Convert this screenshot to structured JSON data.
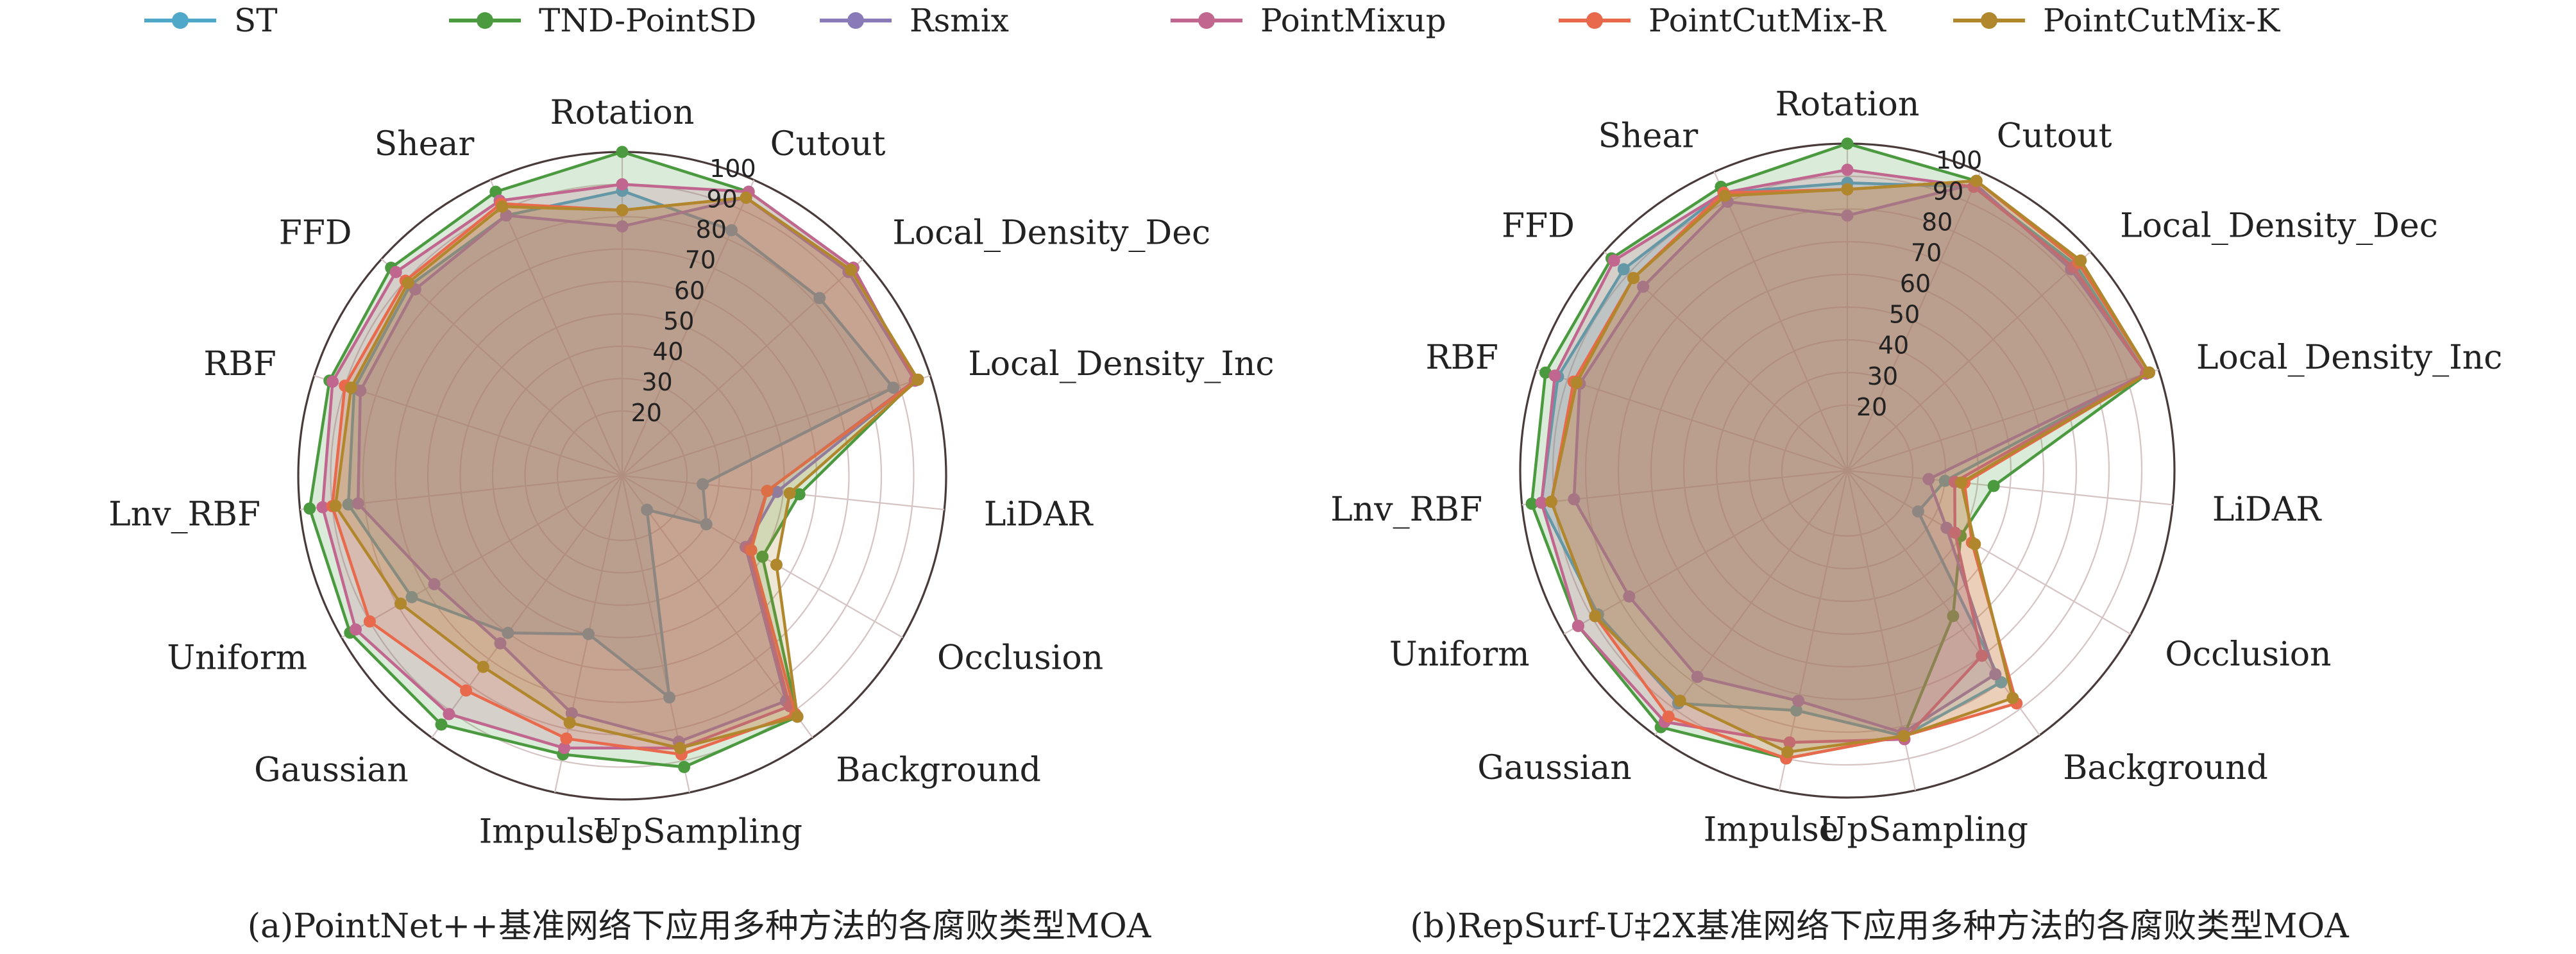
{
  "chart_data": {
    "legend": [
      "ST",
      "TND-PointSD",
      "Rsmix",
      "PointMixup",
      "PointCutMix-R",
      "PointCutMix-K"
    ],
    "colors": [
      "#4fa8c8",
      "#4b9a3f",
      "#8b7ab8",
      "#c0668f",
      "#e8694c",
      "#b0872c"
    ],
    "charts": [
      {
        "type": "radar",
        "caption": "(a)PointNet++基准网络下应用多种方法的各腐败类型MOA",
        "categories": [
          "Rotation",
          "Cutout",
          "Local_Density_Dec",
          "Local_Density_Inc",
          "LiDAR",
          "Occlusion",
          "Background",
          "UpSampling",
          "Impulse",
          "Gaussian",
          "Uniform",
          "Lnv_RBF",
          "RBF",
          "FFD",
          "Shear"
        ],
        "tick_labels": [
          "20",
          "30",
          "40",
          "50",
          "60",
          "70",
          "80",
          "90",
          "100"
        ],
        "rlim": [
          0,
          100
        ],
        "series": [
          {
            "name": "ST",
            "values": [
              88,
              83,
              82,
              88,
              25,
              30,
              13,
              70,
              50,
              60,
              75,
              85,
              87,
              88,
              88
            ]
          },
          {
            "name": "TND-PointSD",
            "values": [
              100,
              96,
              96,
              95,
              55,
              50,
              92,
              92,
              88,
              95,
              97,
              97,
              95,
              96,
              96
            ]
          },
          {
            "name": "Rsmix",
            "values": [
              77,
              94,
              94,
              95,
              48,
              44,
              86,
              84,
              75,
              64,
              67,
              82,
              85,
              86,
              88
            ]
          },
          {
            "name": "PointMixup",
            "values": [
              90,
              96,
              96,
              95,
              45,
              45,
              88,
              86,
              86,
              91,
              95,
              93,
              94,
              94,
              93
            ]
          },
          {
            "name": "PointCutMix-R",
            "values": [
              82,
              94,
              95,
              96,
              45,
              46,
              91,
              88,
              83,
              82,
              90,
              90,
              90,
              90,
              92
            ]
          },
          {
            "name": "PointCutMix-K",
            "values": [
              82,
              94,
              95,
              96,
              52,
              55,
              92,
              86,
              78,
              73,
              79,
              89,
              88,
              89,
              91
            ]
          }
        ]
      },
      {
        "type": "radar",
        "caption": "(b)RepSurf-U‡2X基准网络下应用多种方法的各腐败类型MOA",
        "categories": [
          "Rotation",
          "Cutout",
          "Local_Density_Dec",
          "Local_Density_Inc",
          "LiDAR",
          "Occlusion",
          "Background",
          "UpSampling",
          "Impulse",
          "Gaussian",
          "Uniform",
          "Lnv_RBF",
          "RBF",
          "FFD",
          "Shear"
        ],
        "tick_labels": [
          "20",
          "30",
          "40",
          "50",
          "60",
          "70",
          "80",
          "90",
          "100"
        ],
        "rlim": [
          0,
          100
        ],
        "series": [
          {
            "name": "ST",
            "values": [
              88,
              95,
              94,
              96,
              30,
              25,
              80,
              83,
              75,
              88,
              88,
              94,
              93,
              92,
              93
            ]
          },
          {
            "name": "TND-PointSD",
            "values": [
              100,
              97,
              95,
              97,
              45,
              40,
              55,
              83,
              90,
              97,
              95,
              97,
              97,
              97,
              95
            ]
          },
          {
            "name": "Rsmix",
            "values": [
              78,
              96,
              92,
              96,
              25,
              35,
              77,
              82,
              72,
              78,
              77,
              84,
              86,
              84,
              90
            ]
          },
          {
            "name": "PointMixup",
            "values": [
              92,
              95,
              93,
              96,
              33,
              38,
              70,
              84,
              85,
              95,
              95,
              94,
              94,
              96,
              93
            ]
          },
          {
            "name": "PointCutMix-R",
            "values": [
              86,
              97,
              95,
              97,
              36,
              44,
              88,
              83,
              90,
              93,
              89,
              91,
              88,
              88,
              93
            ]
          },
          {
            "name": "PointCutMix-K",
            "values": [
              86,
              97,
              96,
              97,
              35,
              45,
              86,
              83,
              88,
              87,
              89,
              91,
              87,
              88,
              92
            ]
          }
        ]
      }
    ]
  }
}
